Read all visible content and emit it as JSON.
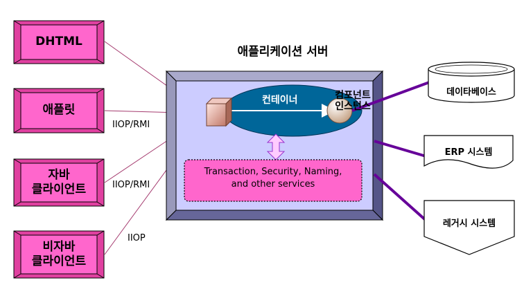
{
  "server_title": "애플리케이션 서버",
  "clients": [
    {
      "label": "DHTML"
    },
    {
      "label": "애플릿"
    },
    {
      "label": "자바\n클라이언트"
    },
    {
      "label": "비자바\n클라이언트"
    }
  ],
  "protocols": [
    "IIOP/RMI",
    "IIOP/RMI",
    "IIOP"
  ],
  "container_label": "컨테이너",
  "component_label": "컴포넌트\n인스턴스",
  "services_label": "Transaction, Security, Naming,\nand other services",
  "backends": {
    "database": "데이타베이스",
    "erp": "ERP 시스템",
    "legacy": "레거시 시스템"
  },
  "colors": {
    "client_fill": "#ff66cc",
    "server_fill": "#ccccff",
    "container_fill": "#006699",
    "services_fill": "#ff66cc",
    "connector": "#660099",
    "arrow_fill": "#ffccff"
  }
}
